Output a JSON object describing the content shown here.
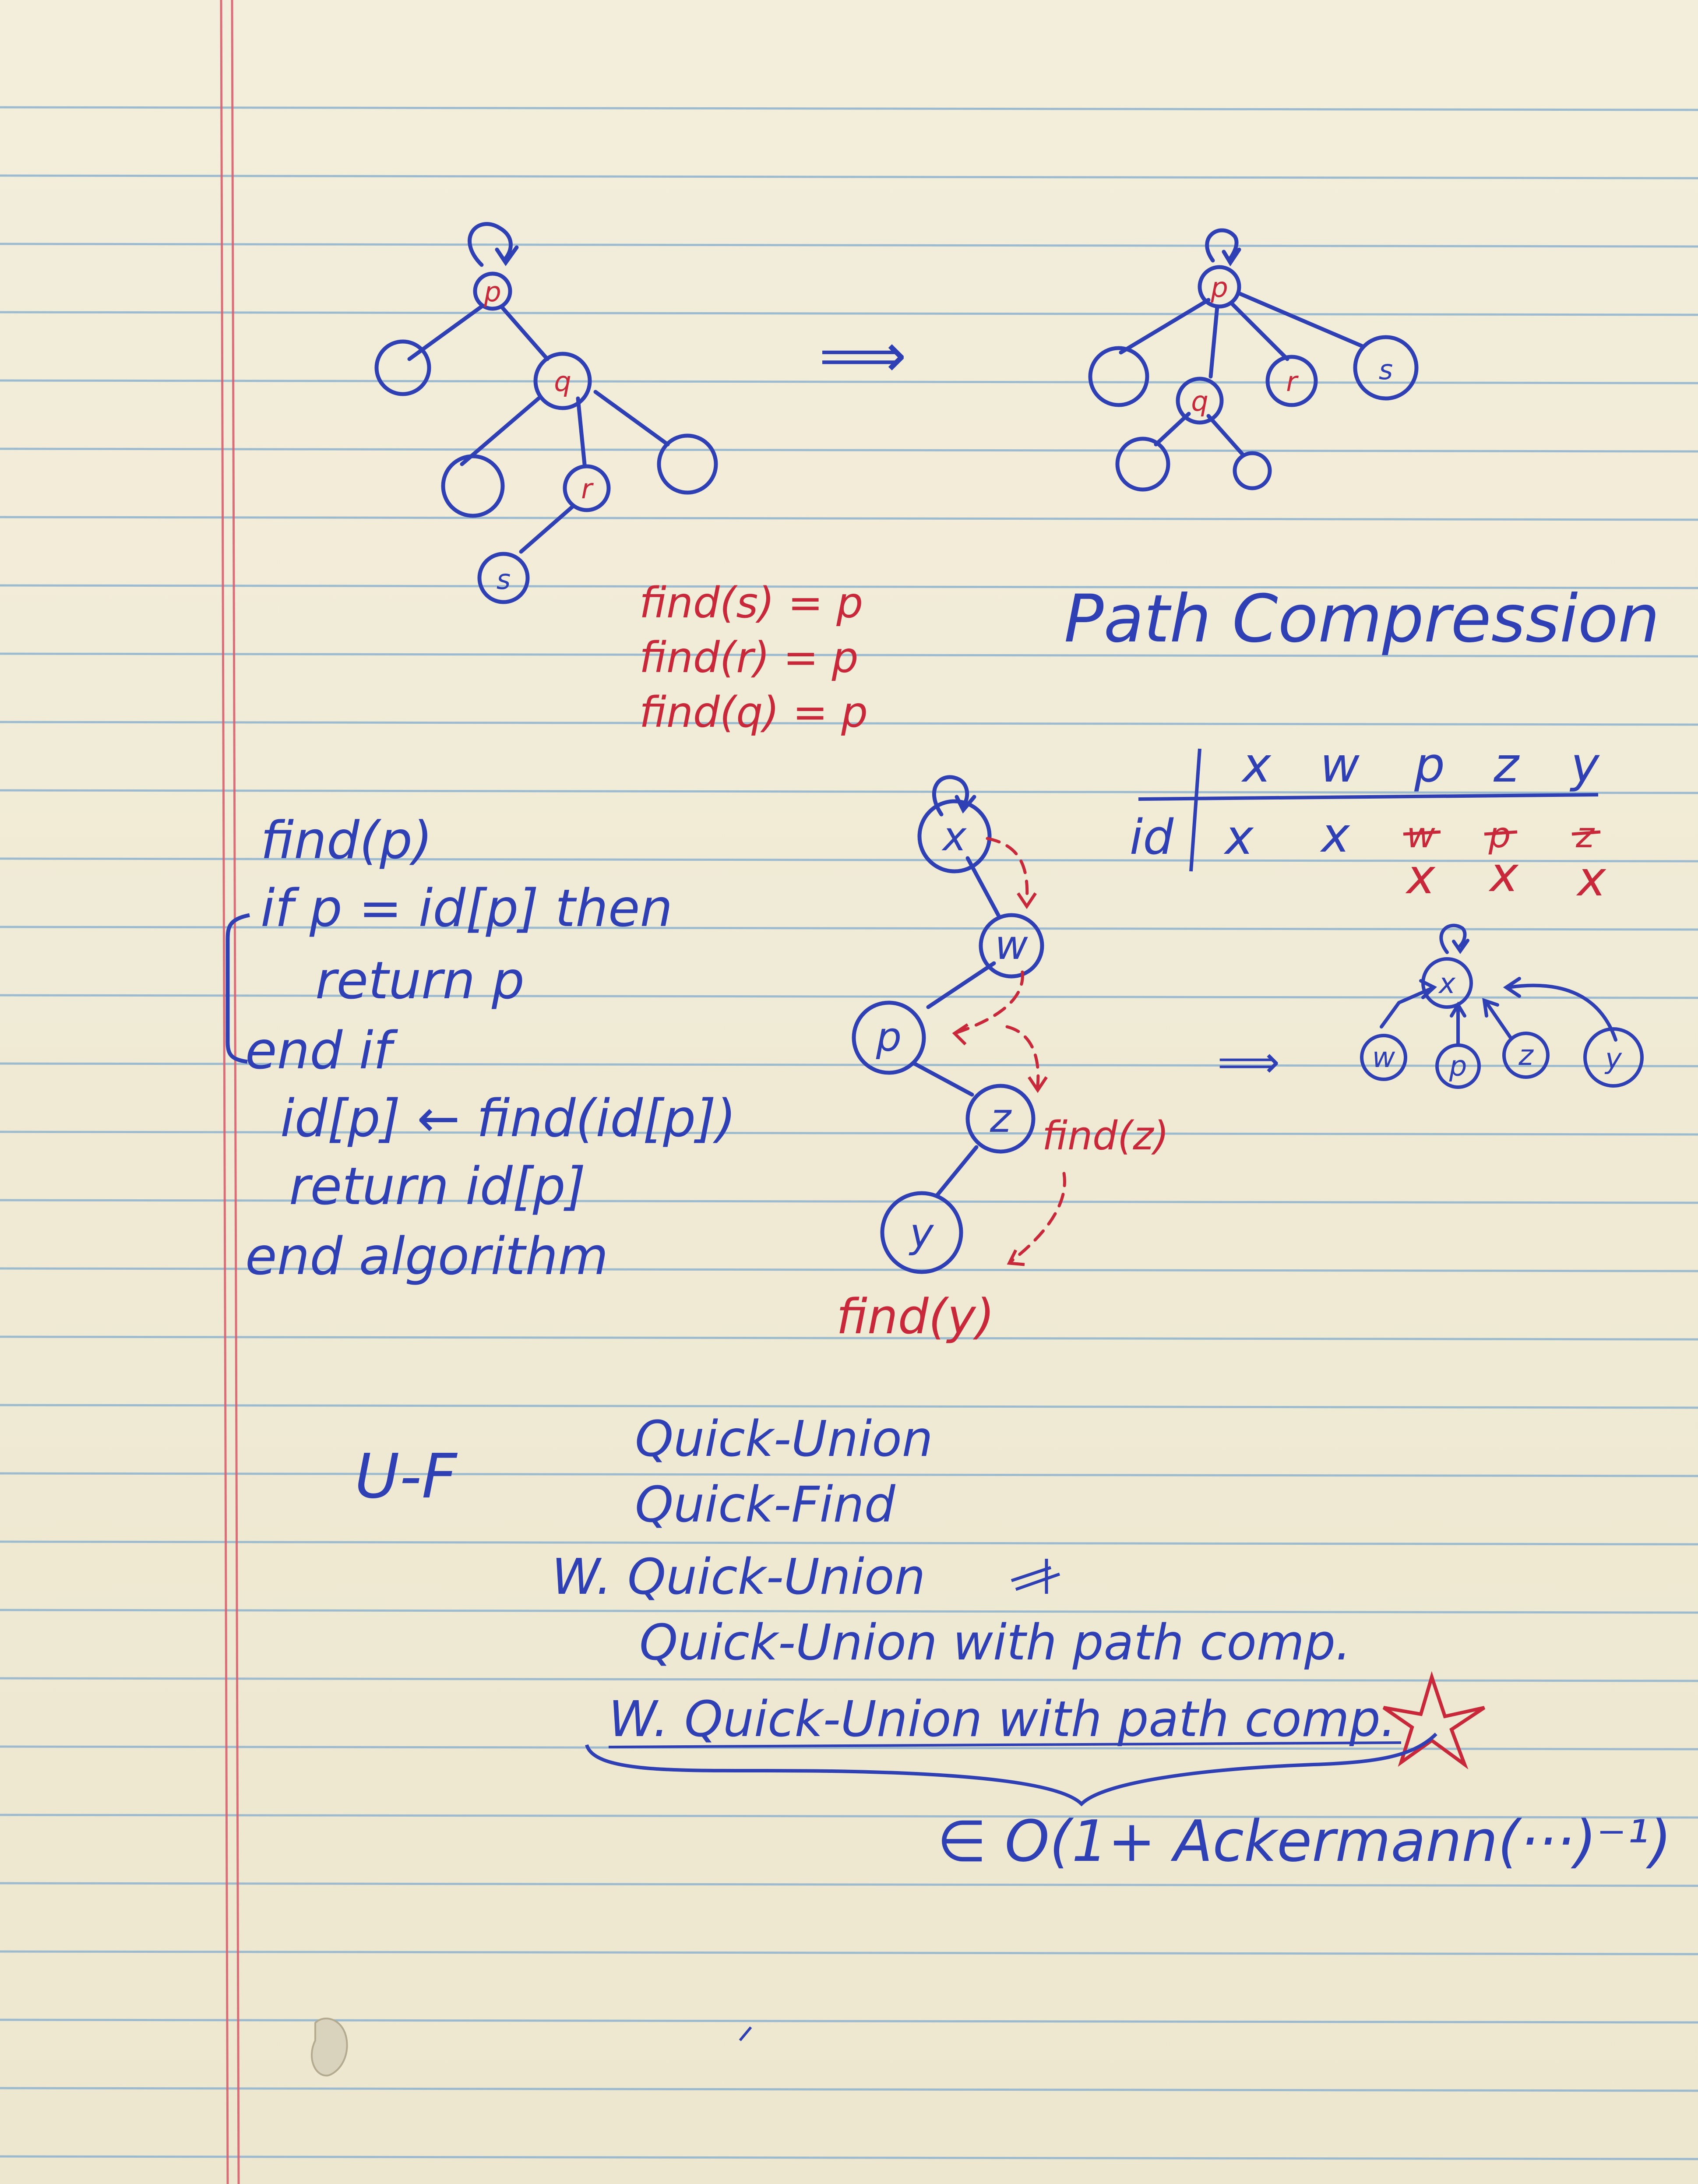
{
  "tree_before": {
    "nodes": [
      "p",
      "q",
      "r",
      "s"
    ]
  },
  "arrow_between": "⟹",
  "tree_after": {
    "nodes": [
      "p",
      "q",
      "r",
      "s"
    ]
  },
  "find_results": [
    "find(s) = p",
    "find(r) = p",
    "find(q) = p"
  ],
  "path_compression_title": "Path Compression",
  "algorithm": {
    "lines": [
      "find(p)",
      "if p = id[p] then",
      "return p",
      "end if",
      "id[p] ← find(id[p])",
      "return id[p]",
      "end algorithm"
    ]
  },
  "chain_tree": {
    "nodes": [
      "x",
      "w",
      "p",
      "z",
      "y"
    ],
    "find_z_label": "find(z)",
    "find_y_label": "find(y)"
  },
  "id_table": {
    "headers": [
      "x",
      "w",
      "p",
      "z",
      "y"
    ],
    "row_label": "id",
    "old_values": [
      "x",
      "x",
      "w",
      "p",
      "z"
    ],
    "new_values": [
      "",
      "",
      "x",
      "x",
      "x"
    ]
  },
  "compressed_tree": {
    "arrow": "⟹",
    "root": "x",
    "children": [
      "w",
      "p",
      "z",
      "y"
    ]
  },
  "uf_label": "U-F",
  "uf_variants": [
    "Quick-Union",
    "Quick-Find",
    "W. Quick-Union",
    "Quick-Union with path comp.",
    "W. Quick-Union with path comp."
  ],
  "complexity": "∈ O(1+ Ackermann(···)⁻¹)",
  "colors": {
    "paper": "#f1ecd6",
    "rule_line": "#8fb3cf",
    "margin_line": "#d9616f",
    "blue_ink": "#2f3fb4",
    "red_ink": "#c8283a"
  }
}
